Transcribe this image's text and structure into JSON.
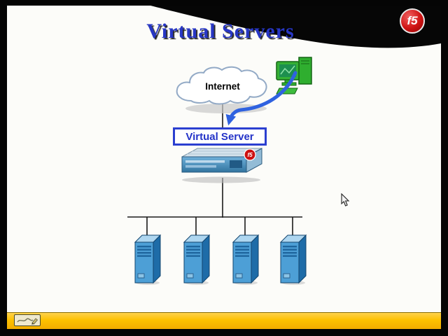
{
  "slide": {
    "title": "Virtual Servers",
    "logo": {
      "text": "f5"
    },
    "diagram": {
      "cloud_label": "Internet",
      "virtual_server_label": "Virtual Server",
      "appliance_badge": "f5",
      "server_count": 4
    },
    "colors": {
      "title_blue": "#2736c4",
      "bar_yellow": "#ffc600",
      "arrow_blue": "#2f62e0",
      "logo_red": "#cc1111",
      "server_blue": "#4d9fd6",
      "computer_green": "#2fae2f",
      "box_border_blue": "#2b3fd0"
    }
  }
}
